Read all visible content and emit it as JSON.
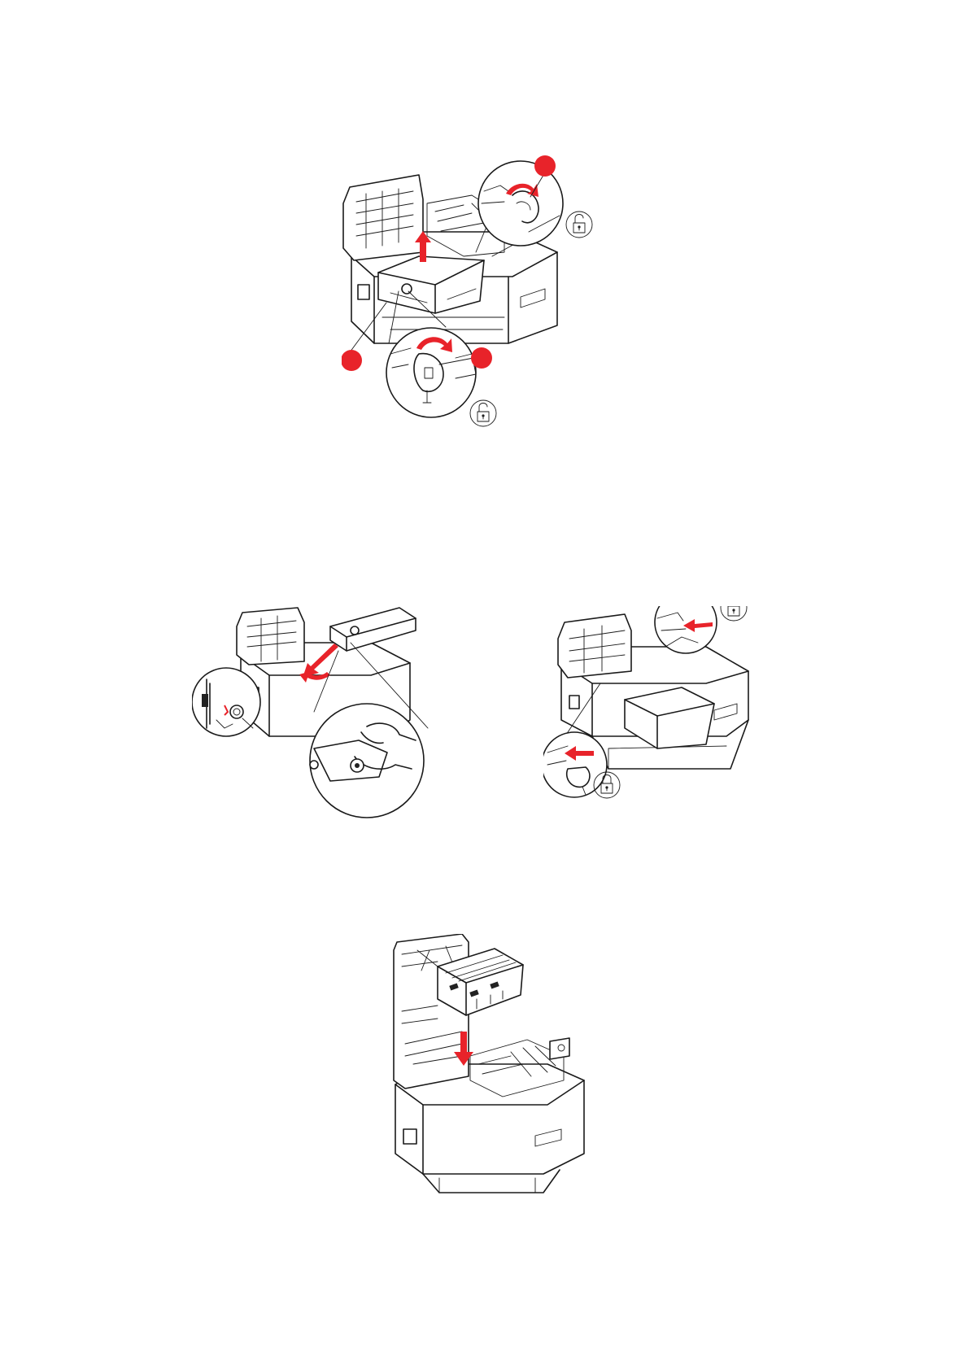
{
  "colors": {
    "accent": "#e8232a",
    "line": "#1a1a1a",
    "background": "#ffffff"
  },
  "figures": [
    {
      "id": "belt-unit-removal",
      "icons": [
        "red-callout-marker",
        "red-callout-marker",
        "red-callout-marker",
        "unlock-padlock-icon",
        "unlock-padlock-icon",
        "red-up-arrow-icon",
        "red-curved-arrow-icon"
      ]
    },
    {
      "id": "belt-unit-insertion",
      "icons": [
        "red-arrow-icon",
        "red-curved-arrow-icon"
      ]
    },
    {
      "id": "belt-unit-locking",
      "icons": [
        "lock-padlock-icon",
        "lock-padlock-icon",
        "red-arrow-icon"
      ]
    },
    {
      "id": "drum-rack-reinsertion",
      "icons": [
        "red-down-arrow-icon"
      ]
    }
  ]
}
